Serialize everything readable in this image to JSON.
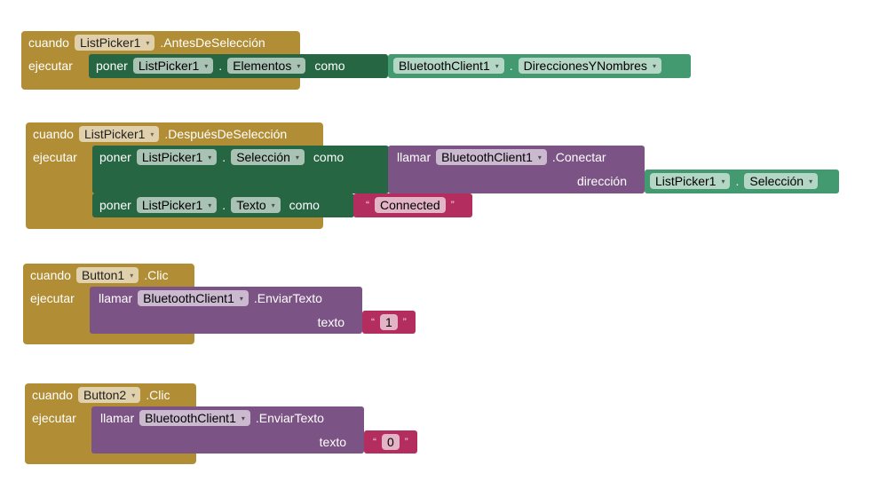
{
  "kw": {
    "when": "cuando",
    "do": "ejecutar",
    "set": "poner",
    "to": "como",
    "call": "llamar",
    "address": "dirección",
    "text": "texto",
    "dot": ".",
    "arrow": "▾",
    "qopen": "“",
    "qclose": "”"
  },
  "blocks": [
    {
      "component": "ListPicker1",
      "event": ".AntesDeSelección",
      "set_comp": "ListPicker1",
      "set_prop": "Elementos",
      "get_comp": "BluetoothClient1",
      "get_prop": "DireccionesYNombres"
    },
    {
      "component": "ListPicker1",
      "event": ".DespuésDeSelección",
      "set_comp": "ListPicker1",
      "set_prop": "Selección",
      "call_comp": "BluetoothClient1",
      "call_method": ".Conectar",
      "get_comp": "ListPicker1",
      "get_prop": "Selección",
      "set2_comp": "ListPicker1",
      "set2_prop": "Texto",
      "text": "Connected"
    },
    {
      "component": "Button1",
      "event": ".Clic",
      "call_comp": "BluetoothClient1",
      "call_method": ".EnviarTexto",
      "text": "1"
    },
    {
      "component": "Button2",
      "event": ".Clic",
      "call_comp": "BluetoothClient1",
      "call_method": ".EnviarTexto",
      "text": "0"
    }
  ],
  "colors": {
    "event": "#b18e35",
    "setter": "#266643",
    "getter": "#439970",
    "call": "#7c5385",
    "text": "#b32d5e"
  }
}
